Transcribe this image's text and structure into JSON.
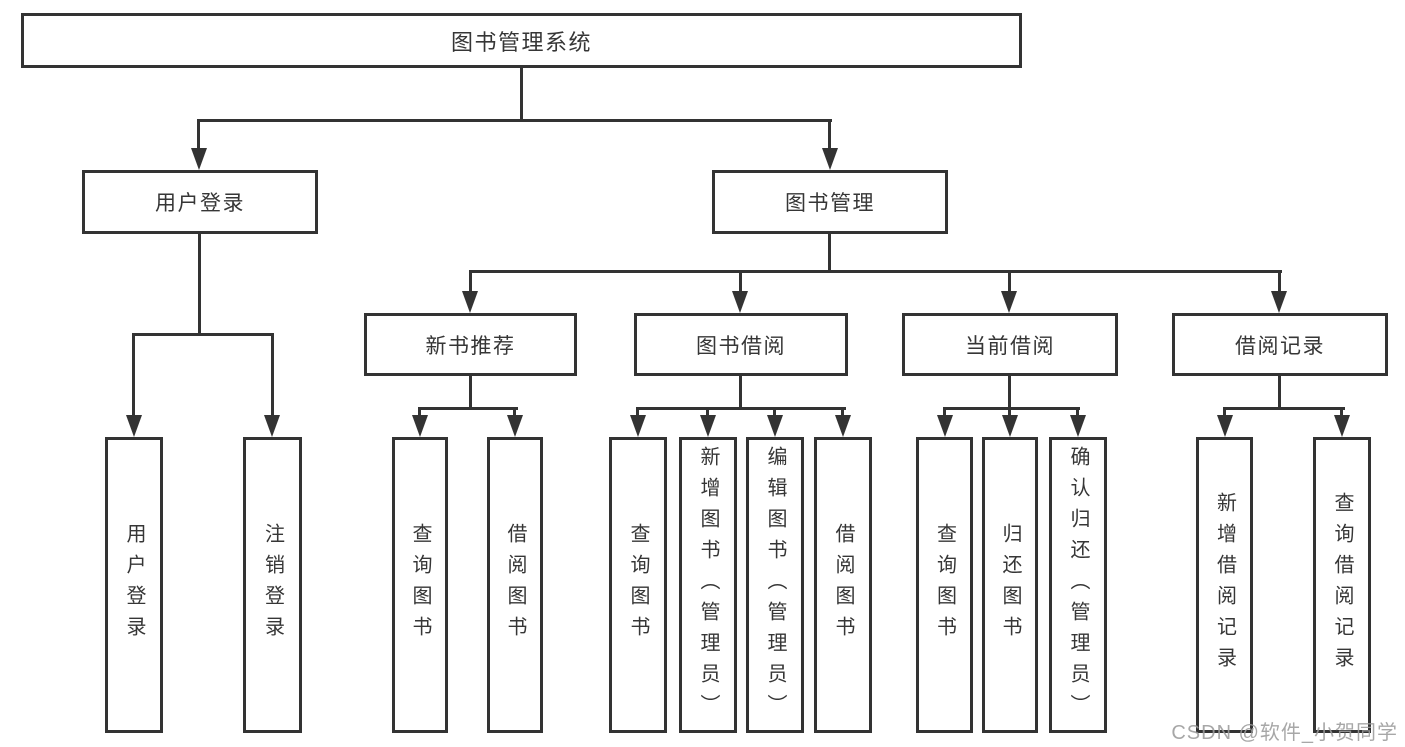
{
  "diagram": {
    "type": "tree",
    "title": "图书管理系统",
    "nodes": {
      "root": {
        "label": "图书管理系统"
      },
      "level2": [
        {
          "label": "用户登录",
          "parent": "图书管理系统"
        },
        {
          "label": "图书管理",
          "parent": "图书管理系统"
        }
      ],
      "level3": [
        {
          "label": "新书推荐",
          "parent": "图书管理"
        },
        {
          "label": "图书借阅",
          "parent": "图书管理"
        },
        {
          "label": "当前借阅",
          "parent": "图书管理"
        },
        {
          "label": "借阅记录",
          "parent": "图书管理"
        }
      ],
      "level4": [
        {
          "label": "用户登录",
          "parent": "用户登录"
        },
        {
          "label": "注销登录",
          "parent": "用户登录"
        },
        {
          "label": "查询图书",
          "parent": "新书推荐"
        },
        {
          "label": "借阅图书",
          "parent": "新书推荐"
        },
        {
          "label": "查询图书",
          "parent": "图书借阅"
        },
        {
          "label": "新增图书（管理员）",
          "parent": "图书借阅"
        },
        {
          "label": "编辑图书（管理员）",
          "parent": "图书借阅"
        },
        {
          "label": "借阅图书",
          "parent": "图书借阅"
        },
        {
          "label": "查询图书",
          "parent": "当前借阅"
        },
        {
          "label": "归还图书",
          "parent": "当前借阅"
        },
        {
          "label": "确认归还（管理员）",
          "parent": "当前借阅"
        },
        {
          "label": "新增借阅记录",
          "parent": "借阅记录"
        },
        {
          "label": "查询借阅记录",
          "parent": "借阅记录"
        }
      ]
    }
  },
  "watermark": {
    "text": "CSDN @软件_小贺同学"
  },
  "colors": {
    "line": "#333333",
    "text": "#363636",
    "background": "#ffffff",
    "watermark": "#9c9c9c"
  }
}
